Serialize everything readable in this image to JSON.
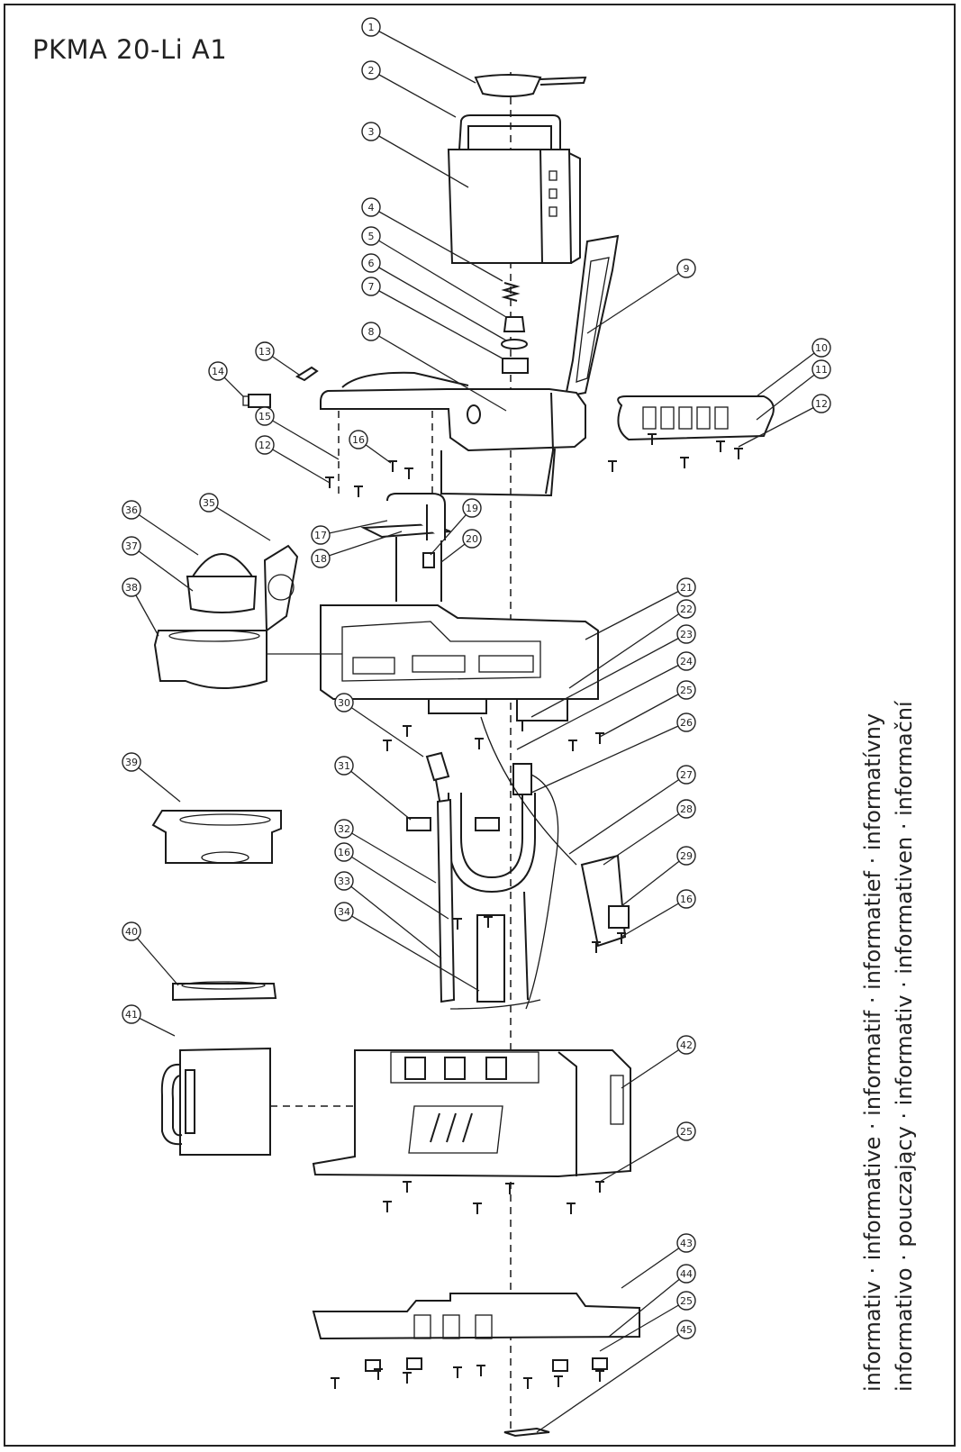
{
  "title": "PKMA 20-Li A1",
  "side_text": {
    "line1": "informativ · informative · informatif · informatief · informatívny",
    "line2": "informativo · pouczający · informativ · informativen · informační"
  },
  "callouts": [
    {
      "label": "1"
    },
    {
      "label": "2"
    },
    {
      "label": "3"
    },
    {
      "label": "4"
    },
    {
      "label": "5"
    },
    {
      "label": "6"
    },
    {
      "label": "7"
    },
    {
      "label": "8"
    },
    {
      "label": "9"
    },
    {
      "label": "10"
    },
    {
      "label": "11"
    },
    {
      "label": "12"
    },
    {
      "label": "13"
    },
    {
      "label": "14"
    },
    {
      "label": "15"
    },
    {
      "label": "16"
    },
    {
      "label": "12"
    },
    {
      "label": "17"
    },
    {
      "label": "18"
    },
    {
      "label": "19"
    },
    {
      "label": "20"
    },
    {
      "label": "21"
    },
    {
      "label": "22"
    },
    {
      "label": "23"
    },
    {
      "label": "24"
    },
    {
      "label": "25"
    },
    {
      "label": "26"
    },
    {
      "label": "27"
    },
    {
      "label": "28"
    },
    {
      "label": "29"
    },
    {
      "label": "16"
    },
    {
      "label": "30"
    },
    {
      "label": "31"
    },
    {
      "label": "32"
    },
    {
      "label": "16"
    },
    {
      "label": "33"
    },
    {
      "label": "34"
    },
    {
      "label": "35"
    },
    {
      "label": "36"
    },
    {
      "label": "37"
    },
    {
      "label": "38"
    },
    {
      "label": "39"
    },
    {
      "label": "40"
    },
    {
      "label": "41"
    },
    {
      "label": "42"
    },
    {
      "label": "25"
    },
    {
      "label": "43"
    },
    {
      "label": "44"
    },
    {
      "label": "25"
    },
    {
      "label": "45"
    }
  ]
}
